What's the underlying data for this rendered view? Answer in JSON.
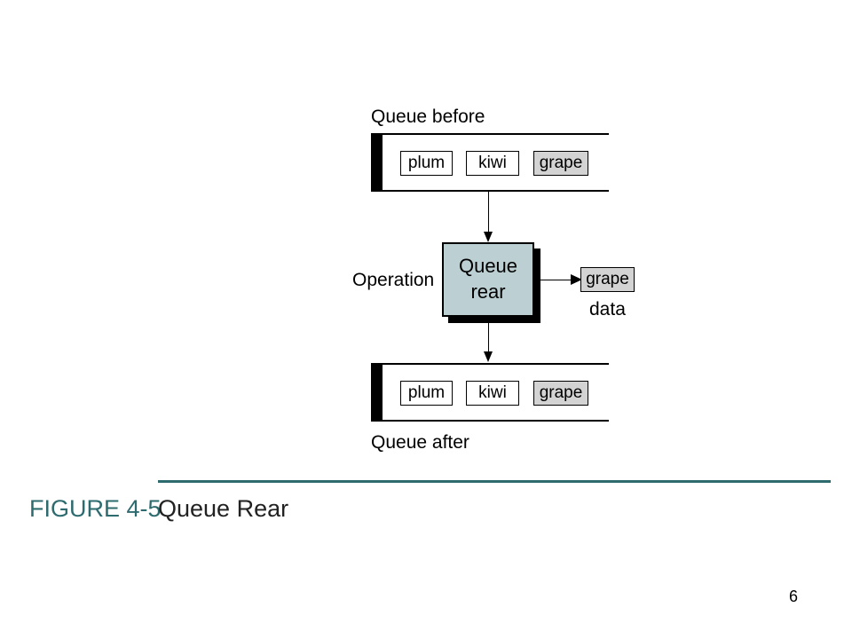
{
  "diagram": {
    "queue_before": {
      "label": "Queue before",
      "items": [
        "plum",
        "kiwi",
        "grape"
      ]
    },
    "operation": {
      "label": "Operation",
      "line1": "Queue",
      "line2": "rear"
    },
    "output": {
      "value": "grape",
      "label": "data"
    },
    "queue_after": {
      "label": "Queue after",
      "items": [
        "plum",
        "kiwi",
        "grape"
      ]
    },
    "colors": {
      "operation_fill": "#bccfd3",
      "rear_item_fill": "#d3d3d3",
      "caption_accent": "#2e6b6f"
    }
  },
  "caption": {
    "figure_number": "FIGURE 4-5",
    "figure_title": "Queue Rear"
  },
  "page_number": "6"
}
